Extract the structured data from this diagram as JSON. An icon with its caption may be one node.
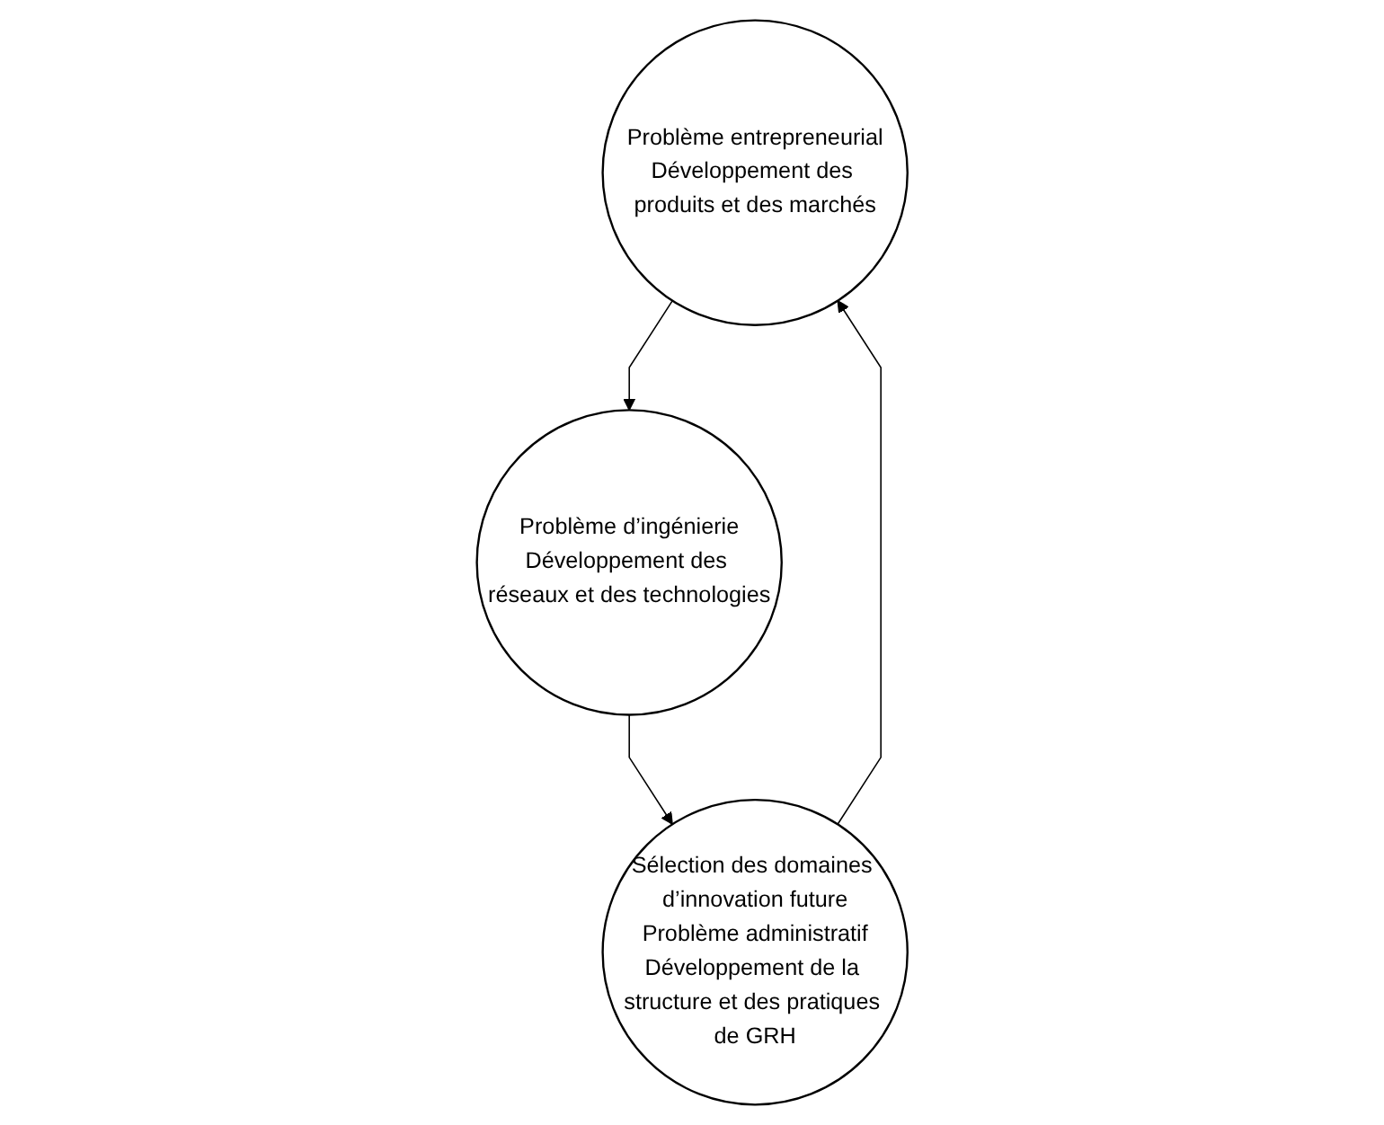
{
  "diagram": {
    "nodes": [
      {
        "text": [
          "Problème entrepreneurial",
          "Développement des produits et des marchés"
        ]
      },
      {
        "text": [
          "Sélection des domaines d’innovation future",
          "Problème administratif",
          "Développement de la structure et des pratiques de GRH"
        ]
      },
      {
        "text": [
          "Problème d’ingénierie",
          "Développement des réseaux et des technologies"
        ]
      }
    ],
    "edges": [
      {
        "from": 0,
        "to": 2,
        "arrow": "to"
      },
      {
        "from": 2,
        "to": 1,
        "arrow": "to"
      },
      {
        "from": 1,
        "to": 0,
        "arrow": "to"
      }
    ]
  }
}
